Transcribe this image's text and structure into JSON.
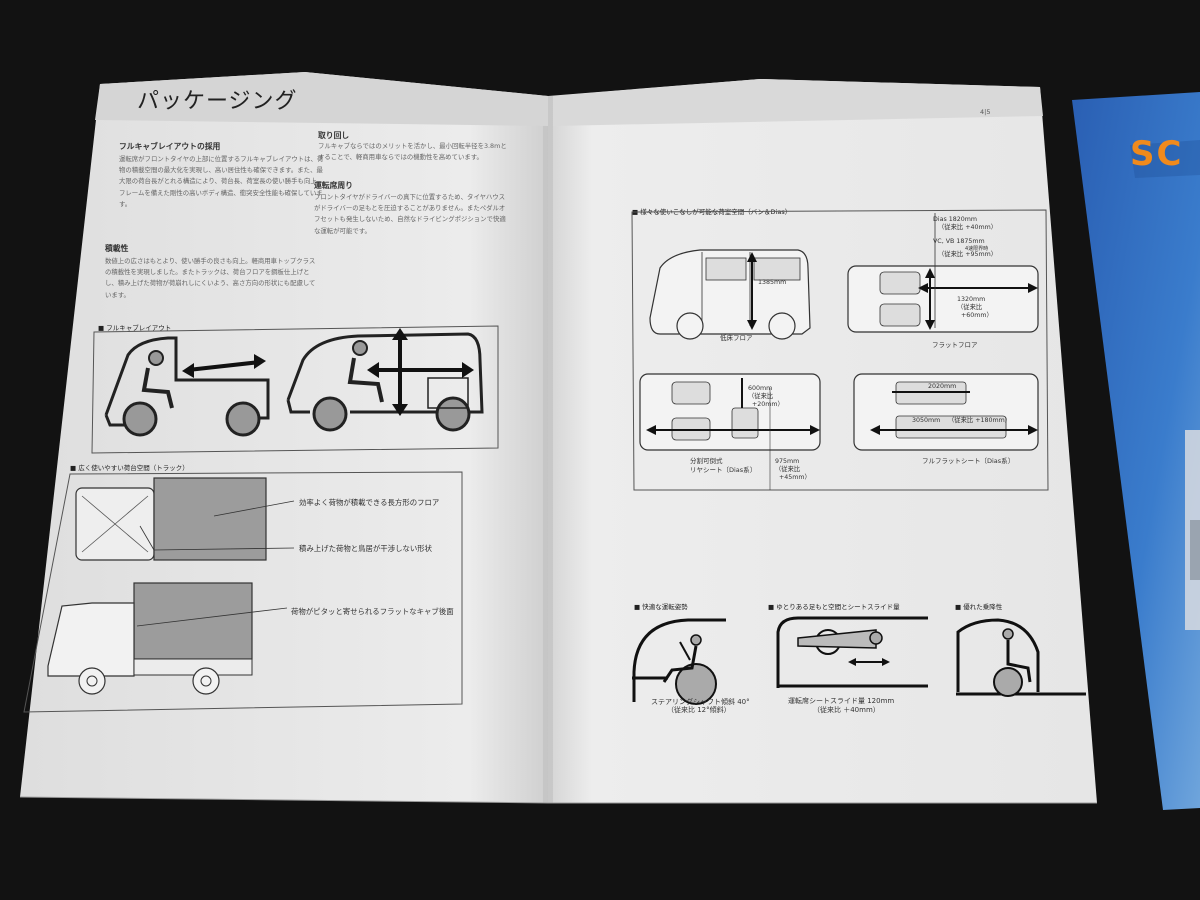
{
  "left_page": {
    "title": "パッケージング",
    "sections": [
      {
        "heading": "フルキャブレイアウトの採用",
        "body": "運転席がフロントタイヤの上部に位置するフルキャブレイアウトは、荷物の積載空間の最大化を実現し、高い居住性も確保できます。また、最大限の荷台長がとれる構造により、荷台長、荷室長の使い勝手も向上。フレームを備えた剛性の高いボディ構造、衝突安全性能も確保しています。"
      },
      {
        "heading": "積載性",
        "body": "数値上の広さはもとより、使い勝手の良さも向上。軽商用車トップクラスの積載性を実現しました。またトラックは、荷台フロアを鋼板仕上げとし、積み上げた荷物が荷崩れしにくいよう、高さ方向の形状にも配慮しています。"
      }
    ],
    "fig1_label": "■ フルキャブレイアウト",
    "fig2_label": "■ 広く使いやすい荷台空間（トラック）",
    "fig2_annotations": [
      "効率よく荷物が積載できる長方形のフロア",
      "積み上げた荷物と鳥居が干渉しない形状",
      "荷物がピタッと寄せられるフラットなキャブ後面"
    ]
  },
  "right_page": {
    "page_number": "4|5",
    "sections": [
      {
        "heading": "取り回し",
        "body": "フルキャブならではのメリットを活かし、最小回転半径を3.8mとすることで、軽商用車ならではの機動性を高めています。"
      },
      {
        "heading": "運転席周り",
        "body": "フロントタイヤがドライバーの真下に位置するため、タイヤハウスがドライバーの足もとを圧迫することがありません。またペダルオフセットも発生しないため、自然なドライビングポジションで快適な運転が可能です。"
      }
    ],
    "van_fig_label": "■ 様々な使いこなしが可能な荷室空間（バン＆Dias）",
    "van_dims": {
      "dias_length": "Dias 1820mm",
      "dias_compare": "（従来比 +40mm）",
      "vc_length": "VC, VB 1875mm",
      "vc_note": "4速限界時",
      "vc_compare": "（従来比 +95mm）",
      "height": "1385mm",
      "width": "1320mm",
      "width_compare": "（従来比",
      "width_compare2": "+60mm）",
      "split_dim": "600mm",
      "split_compare": "（従来比",
      "split_compare2": "+20mm）",
      "seat_length": "2020mm",
      "flat_length": "3050mm",
      "flat_compare": "（従来比 +180mm）",
      "rear_len": "975mm",
      "rear_compare": "（従来比",
      "rear_compare2": "+45mm）"
    },
    "van_captions": {
      "low_floor": "低床フロア",
      "flat_floor": "フラットフロア",
      "split_seat": "分割可倒式",
      "split_seat2": "リヤシート〔Dias系〕",
      "full_flat": "フルフラットシート〔Dias系〕"
    },
    "bottom_figs": [
      {
        "label": "■ 快適な運転姿勢",
        "caption": "ステアリングシャフト傾斜 40°",
        "caption2": "（従来比 12°傾斜）"
      },
      {
        "label": "■ ゆとりある足もと空間とシートスライド量",
        "caption": "運転席シートスライド量 120mm",
        "caption2": "（従来比 ＋40mm）"
      },
      {
        "label": "■ 優れた乗降性",
        "caption": "",
        "caption2": ""
      }
    ]
  },
  "cover": {
    "logo_text": "SC"
  },
  "colors": {
    "background": "#121212",
    "page_left": "#e9e9e9",
    "page_right": "#ebebeb",
    "cover_blue": "#2f66b8",
    "cover_orange": "#f08a1c"
  }
}
